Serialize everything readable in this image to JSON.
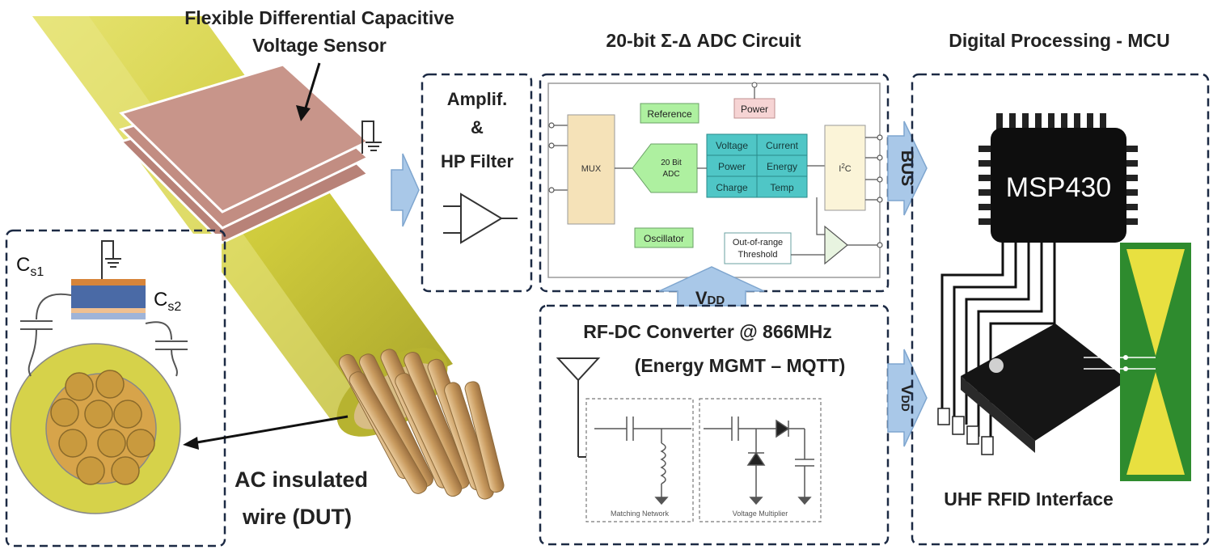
{
  "sensor": {
    "title_line1": "Flexible Differential Capacitive",
    "title_line2": "Voltage Sensor"
  },
  "cross_section": {
    "cs1_main": "C",
    "cs1_sub": "s1",
    "cs2_main": "C",
    "cs2_sub": "s2"
  },
  "wire": {
    "label_line1": "AC insulated",
    "label_line2": "wire (DUT)",
    "insulation_color": "#d6d24a",
    "conductor_color": "#c9a46a"
  },
  "amplifier": {
    "line1": "Amplif.",
    "line2": "&",
    "line3": "HP Filter"
  },
  "adc": {
    "title": "20-bit Σ-Δ ADC Circuit",
    "mux": "MUX",
    "reference": "Reference",
    "power": "Power",
    "adc_line1": "20 Bit",
    "adc_line2": "ADC",
    "registers": [
      "Voltage",
      "Current",
      "Power",
      "Energy",
      "Charge",
      "Temp"
    ],
    "i2c_main": "I",
    "i2c_sup": "2",
    "i2c_tail": "C",
    "oscillator": "Oscillator",
    "threshold_line1": "Out-of-range",
    "threshold_line2": "Threshold"
  },
  "bus_label": "BUS",
  "vdd": {
    "main": "V",
    "sub": "DD"
  },
  "rfdc": {
    "line1": "RF-DC Converter @ 866MHz",
    "line2": "(Energy MGMT – MQTT)",
    "matching": "Matching Network",
    "multiplier": "Voltage  Multiplier"
  },
  "mcu": {
    "title": "Digital Processing - MCU",
    "chip": "MSP430",
    "rfid": "UHF RFID Interface"
  },
  "colors": {
    "arrow": "#a9c8e8",
    "arrow_stroke": "#7fa6cf",
    "dashed": "#1c2a44",
    "plate": "#c8958a",
    "green_block": "#aef0a0",
    "teal_block": "#4fc6c6",
    "mux_block": "#f5e2b8",
    "power_block": "#f6d4d4",
    "antenna_green": "#2e8b2e",
    "antenna_yellow": "#e8e040"
  }
}
